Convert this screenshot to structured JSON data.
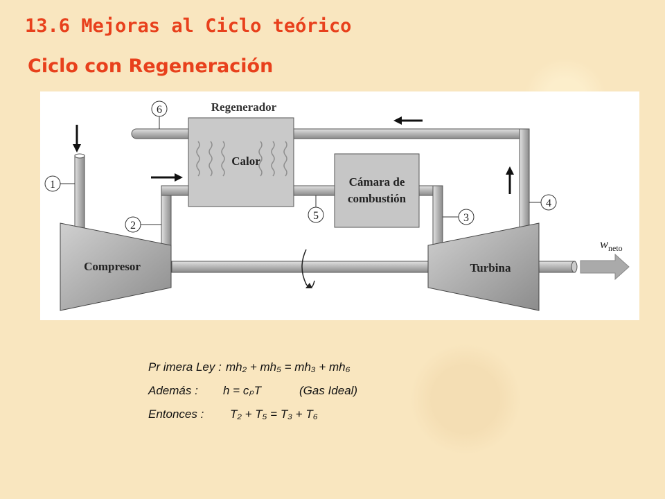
{
  "header": {
    "title": "13.6 Mejoras al Ciclo teórico",
    "subtitle": "Ciclo con Regeneración"
  },
  "diagram": {
    "regenerator_label": "Regenerador",
    "heat_label": "Calor",
    "combustion_line1": "Cámara de",
    "combustion_line2": "combustión",
    "compressor_label": "Compresor",
    "turbine_label": "Turbina",
    "work_symbol": "w",
    "work_subscript": "neto",
    "states": [
      "1",
      "2",
      "3",
      "4",
      "5",
      "6"
    ]
  },
  "equations": {
    "line1_label": "Pr imera Ley :",
    "line1_expr": "mh₂ + mh₅ = mh₃ + mh₆",
    "line2_label": "Además :",
    "line2_expr": "h = cₚT",
    "line2_note": "(Gas Ideal)",
    "line3_label": "Entonces :",
    "line3_expr": "T₂ + T₅ = T₃ + T₆"
  }
}
